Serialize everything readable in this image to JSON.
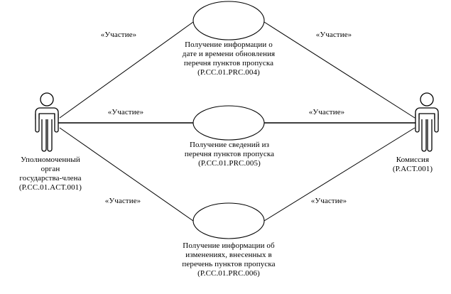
{
  "diagram": {
    "type": "uml-use-case-diagram",
    "colors": {
      "stroke": "#000000",
      "background": "#ffffff",
      "text": "#000000"
    },
    "actors": [
      {
        "id": "P.CC.01.ACT.001",
        "side": "left",
        "label": "Уполномоченный\nорган\nгосударства-члена\n(Р.СС.01.ACT.001)"
      },
      {
        "id": "P.ACT.001",
        "side": "right",
        "label": "Комиссия\n(Р.ACT.001)"
      }
    ],
    "use_cases": [
      {
        "id": "P.CC.01.PRC.004",
        "position": "top",
        "label": "Получение информации о\nдате и времени обновления\nперечня пунктов пропуска\n(Р.СС.01.PRC.004)"
      },
      {
        "id": "P.CC.01.PRC.005",
        "position": "middle",
        "label": "Получение сведений из\nперечня пунктов пропуска\n(Р.СС.01.PRC.005)"
      },
      {
        "id": "P.CC.01.PRC.006",
        "position": "bottom",
        "label": "Получение информации об\nизменениях, внесенных в\nперечень пунктов пропуска\n(Р.СС.01.PRC.006)"
      }
    ],
    "associations": [
      {
        "from": "left-actor",
        "to": "top",
        "label": "«Участие»"
      },
      {
        "from": "right-actor",
        "to": "top",
        "label": "«Участие»"
      },
      {
        "from": "left-actor",
        "to": "middle",
        "label": "«Участие»"
      },
      {
        "from": "right-actor",
        "to": "middle",
        "label": "«Участие»"
      },
      {
        "from": "left-actor",
        "to": "bottom",
        "label": "«Участие»"
      },
      {
        "from": "right-actor",
        "to": "bottom",
        "label": "«Участие»"
      }
    ]
  }
}
